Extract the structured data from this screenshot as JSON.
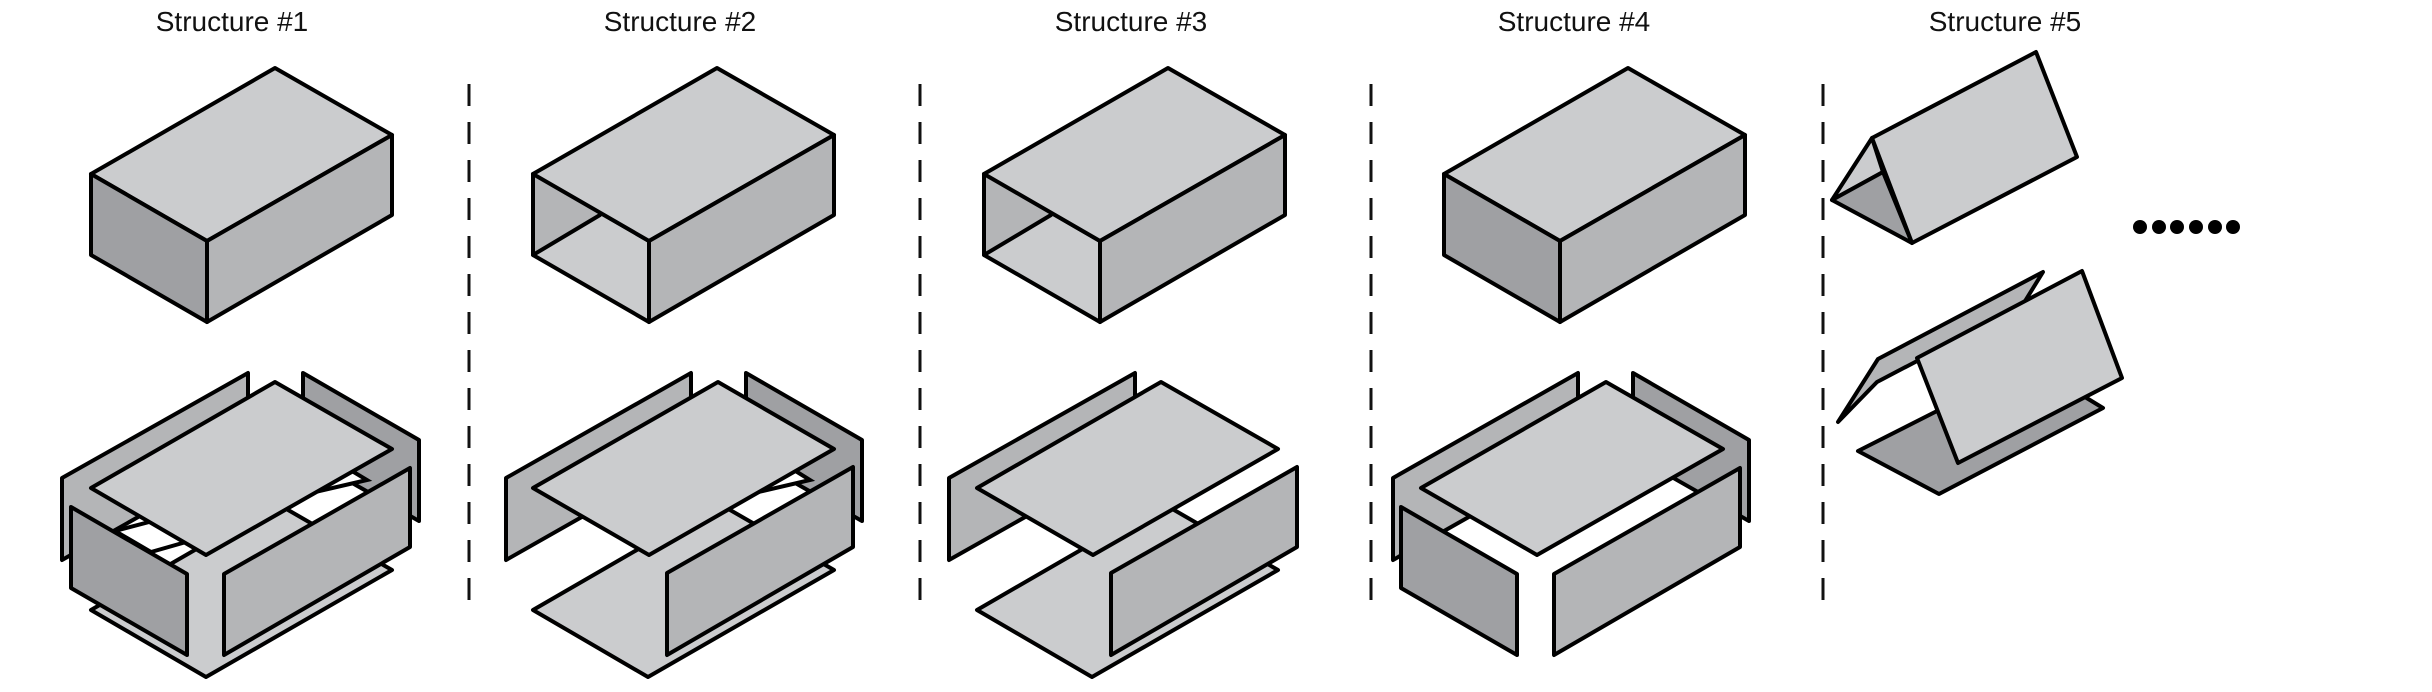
{
  "structures": [
    {
      "title": "Structure #1",
      "top_view": "closed box",
      "bottom_view": "exploded: top, bottom, four side walls"
    },
    {
      "title": "Structure #2",
      "top_view": "open-ended tube (front open)",
      "bottom_view": "exploded: top, bottom, two side walls + back wall"
    },
    {
      "title": "Structure #3",
      "top_view": "open-ended tube (both ends open)",
      "bottom_view": "exploded: top, bottom, two side walls"
    },
    {
      "title": "Structure #4",
      "top_view": "closed box",
      "bottom_view": "exploded: top, four side walls (no bottom)"
    },
    {
      "title": "Structure #5",
      "top_view": "triangular prism",
      "bottom_view": "exploded: two slanted faces, base"
    }
  ],
  "continuation": "......",
  "colors": {
    "light_face": "#cbccce",
    "mid_face": "#b4b5b7",
    "dark_face": "#9fa0a3",
    "outline": "#000000"
  }
}
